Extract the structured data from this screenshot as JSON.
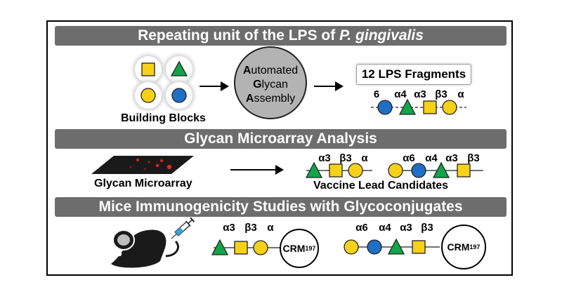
{
  "colors": {
    "banner": "#6d6d6d",
    "galactose_yellow": "#f7d117",
    "glucose_blue": "#1f6fc5",
    "glcnac_green": "#11a54a",
    "aga_grey": "#b3b3b3",
    "array_red": "#e0281c"
  },
  "banners": {
    "top_prefix": "Repeating unit of the LPS of ",
    "top_species": "P. gingivalis",
    "middle": "Glycan Microarray Analysis",
    "bottom": "Mice Immunogenicity Studies with Glycoconjugates"
  },
  "building_blocks": {
    "label": "Building Blocks",
    "icons": [
      "yellow-square-icon",
      "green-triangle-icon",
      "yellow-circle-icon",
      "blue-circle-icon"
    ]
  },
  "aga": {
    "line1_initial": "A",
    "line1_rest": "utomated",
    "line2_initial": "G",
    "line2_rest": "lycan",
    "line3_initial": "A",
    "line3_rest": "ssembly"
  },
  "fragments": {
    "title": "12 LPS Fragments",
    "linkages": [
      "6",
      "α4",
      "α3",
      "β3",
      "α"
    ]
  },
  "microarray": {
    "label": "Glycan Microarray"
  },
  "vaccine": {
    "label": "Vaccine Lead Candidates",
    "candidate1_linkages": [
      "α3",
      "β3",
      "α"
    ],
    "candidate2_linkages": [
      "α6",
      "α4",
      "α3",
      "β3"
    ]
  },
  "conjugates": {
    "conj1_linkages": [
      "α3",
      "β3",
      "α"
    ],
    "conj2_linkages": [
      "α6",
      "α4",
      "α3",
      "β3"
    ],
    "carrier": "CRM",
    "carrier_sub": "197"
  }
}
